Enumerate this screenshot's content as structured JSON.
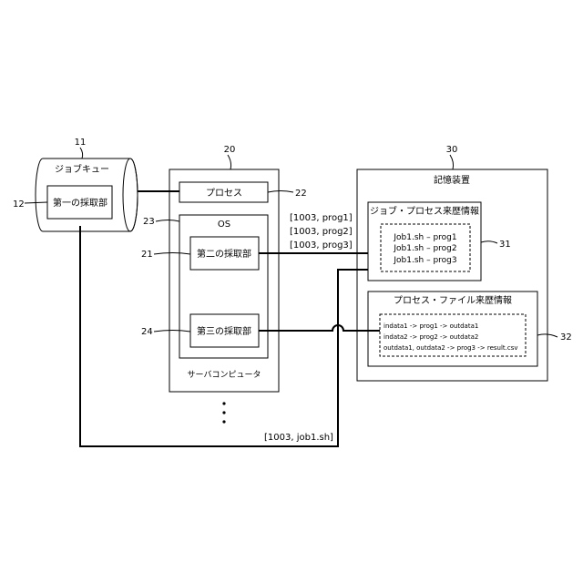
{
  "job_queue": {
    "ref": "11",
    "title": "ジョブキュー",
    "inner_ref": "12",
    "inner_label": "第一の採取部"
  },
  "server": {
    "ref": "20",
    "label": "サーバコンピュータ",
    "process_label": "プロセス",
    "process_ref": "22",
    "os_label": "OS",
    "os_ref": "23",
    "second_ref": "21",
    "second_label": "第二の採取部",
    "third_ref": "24",
    "third_label": "第三の採取部",
    "ellipsis": "⋮"
  },
  "messages": {
    "prog1": "[1003, prog1]",
    "prog2": "[1003, prog2]",
    "prog3": "[1003, prog3]",
    "job": "[1003, job1.sh]"
  },
  "storage": {
    "ref": "30",
    "label": "記憶装置",
    "jp_ref": "31",
    "jp_title": "ジョブ・プロセス来歴情報",
    "jp_lines": [
      "Job1.sh – prog1",
      "Job1.sh – prog2",
      "Job1.sh – prog3"
    ],
    "pf_ref": "32",
    "pf_title": "プロセス・ファイル来歴情報",
    "pf_lines": [
      "indata1 -> prog1 -> outdata1",
      "indata2 -> prog2 -> outdata2",
      "outdata1, outdata2 -> prog3 -> result.csv"
    ]
  }
}
